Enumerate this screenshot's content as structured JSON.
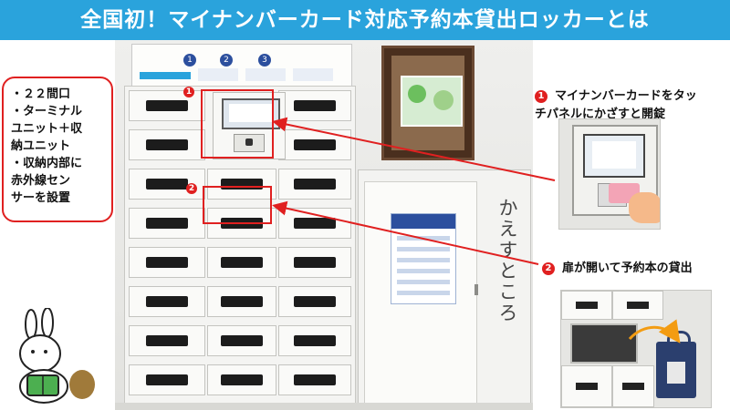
{
  "header": {
    "title": "全国初！マイナンバーカード対応予約本貸出ロッカーとは"
  },
  "features": {
    "lines": [
      "・２２間口",
      "・ターミナル",
      "ユニット＋収",
      "納ユニット",
      "・収納内部に",
      "赤外線セン",
      "サーを設置"
    ]
  },
  "steps": [
    {
      "number": "1",
      "text_line1": "マイナンバーカードをタッ",
      "text_line2": "チパネルにかざすと開錠"
    },
    {
      "number": "2",
      "text_line1": "扉が開いて予約本の貸出"
    }
  ],
  "return_box": {
    "label": "かえすところ"
  },
  "colors": {
    "title_bg": "#2aa3dc",
    "accent_red": "#e02020"
  },
  "icons": [
    "rabbit-mascot-icon",
    "nfc-card-icon",
    "curved-arrow-icon"
  ]
}
